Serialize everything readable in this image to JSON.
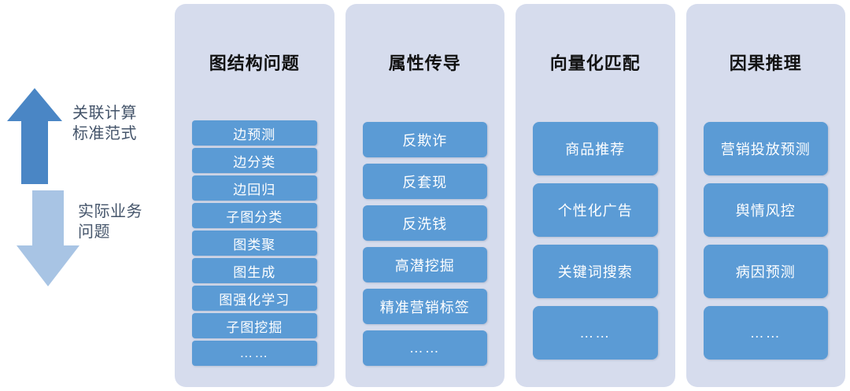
{
  "legend": {
    "up_arrow_label": "关联计算\n标准范式",
    "down_arrow_label": "实际业务\n问题",
    "up_arrow_color": "#4a86c5",
    "down_arrow_color": "#a8c4e4",
    "text_color": "#44546a"
  },
  "colors": {
    "panel_background": "#d6dced",
    "pill_background": "#5b9bd5",
    "pill_text": "#ffffff",
    "title_text": "#111111",
    "page_background": "#ffffff"
  },
  "columns": [
    {
      "title": "图结构问题",
      "density": "dense",
      "items": [
        "边预测",
        "边分类",
        "边回归",
        "子图分类",
        "图类聚",
        "图生成",
        "图强化学习",
        "子图挖掘",
        "……"
      ]
    },
    {
      "title": "属性传导",
      "density": "medium",
      "items": [
        "反欺诈",
        "反套现",
        "反洗钱",
        "高潜挖掘",
        "精准营销标签",
        "……"
      ]
    },
    {
      "title": "向量化匹配",
      "density": "sparse",
      "items": [
        "商品推荐",
        "个性化广告",
        "关键词搜索",
        "……"
      ]
    },
    {
      "title": "因果推理",
      "density": "sparse",
      "items": [
        "营销投放预测",
        "舆情风控",
        "病因预测",
        "……"
      ]
    }
  ]
}
